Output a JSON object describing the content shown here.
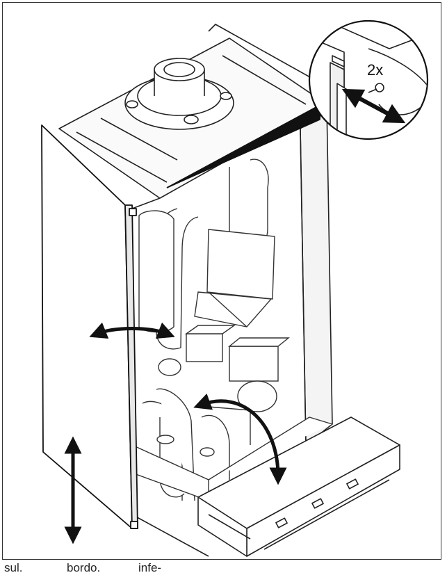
{
  "callout": {
    "quantity": "2x"
  },
  "caption_fragment": {
    "words": [
      "sul.",
      "bordo.",
      "infe-"
    ]
  }
}
